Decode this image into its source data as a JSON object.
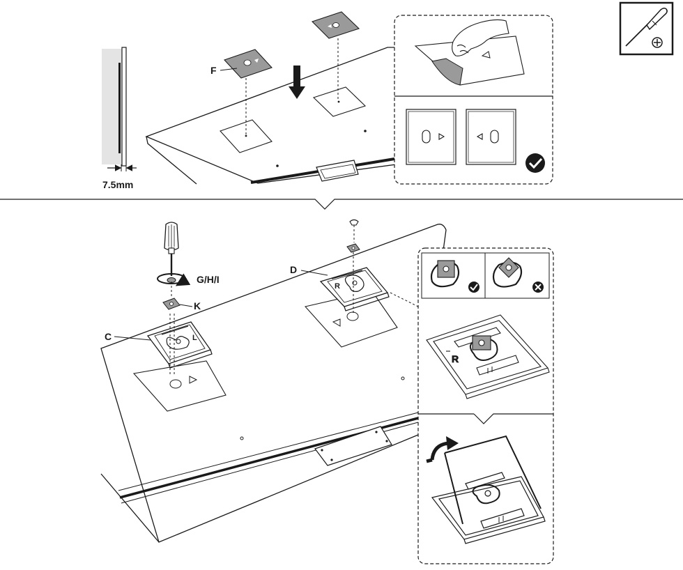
{
  "top_panel": {
    "thickness_label": "7.5mm",
    "pad_label": "F"
  },
  "bottom_panel": {
    "screw_label": "G/H/I",
    "washer_label": "K",
    "left_bracket_label": "C",
    "right_bracket_label": "D",
    "bracket_letter_left": "L",
    "bracket_letter_right": "R"
  },
  "tool_icon": "screwdriver-phillips-icon",
  "status_icons": {
    "correct": "check-icon",
    "incorrect": "cross-icon"
  },
  "colors": {
    "ink": "#1a1a1a",
    "pad_gray": "#9a9a9a",
    "wall_gray": "#e4e4e4"
  }
}
